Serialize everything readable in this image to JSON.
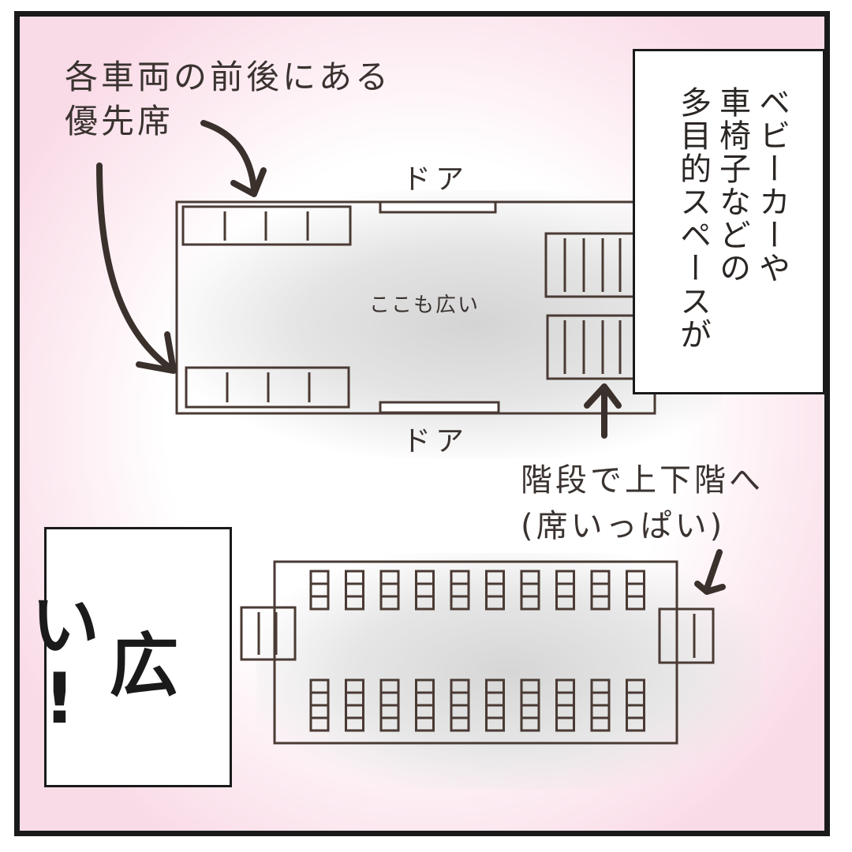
{
  "panel": {
    "caption_priority": "各車両の前後にある\n優先席",
    "door_top": "ドア",
    "door_bottom": "ドア",
    "spacious_note": "ここも広い",
    "stairs_note": "階段で上下階へ\n(席いっぱい)",
    "multi_purpose_lines": [
      "ベビーカーや",
      "車椅子などの",
      "多目的スペースが"
    ],
    "exclamation": "広い!"
  },
  "colors": {
    "outline": "#4a3a34",
    "arrow": "#3a302c",
    "border": "#1a1a1a",
    "background_edge": "#f9dbe7"
  },
  "icons": [
    "arrow-down-icon",
    "arrow-curved-icon",
    "arrow-up-icon",
    "arrow-down-small-icon"
  ]
}
